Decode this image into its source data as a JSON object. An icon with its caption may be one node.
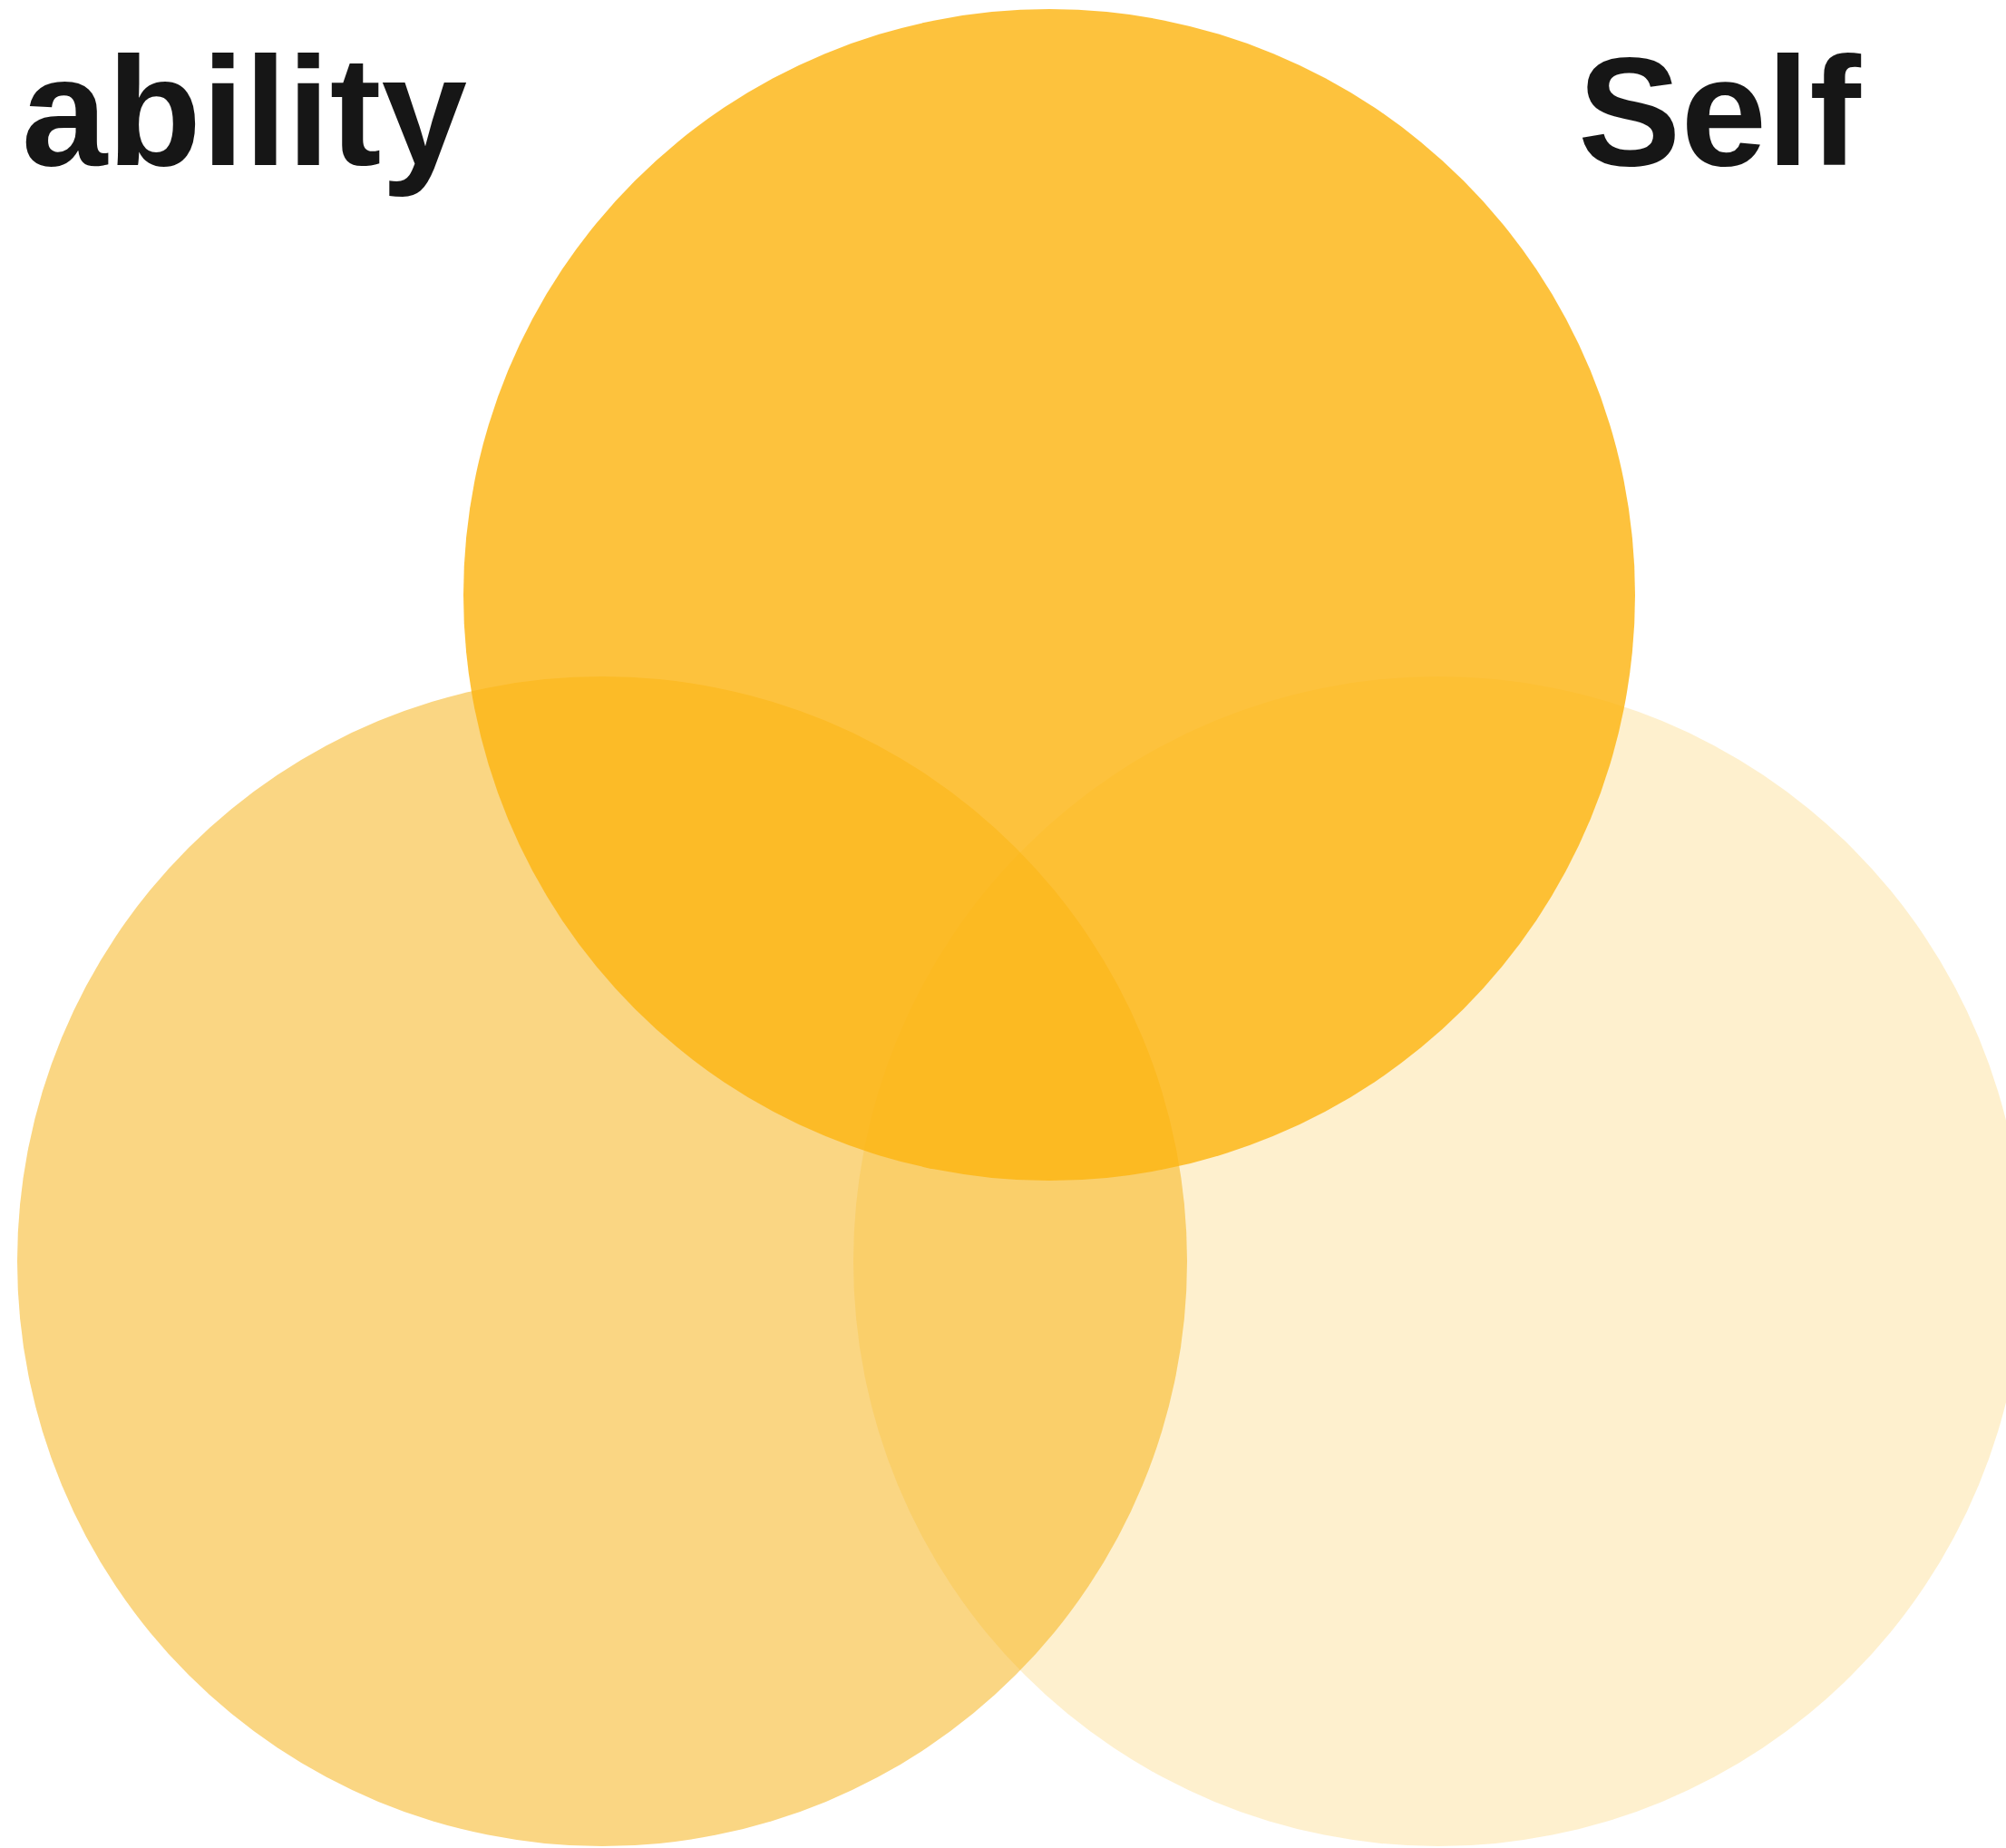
{
  "diagram": {
    "nodes": [
      {
        "text": [],
        "shape": "circle"
      },
      {
        "text": [],
        "shape": "circle"
      },
      {
        "text": [],
        "shape": "circle"
      }
    ],
    "labels": [
      "ability",
      "Self"
    ]
  }
}
